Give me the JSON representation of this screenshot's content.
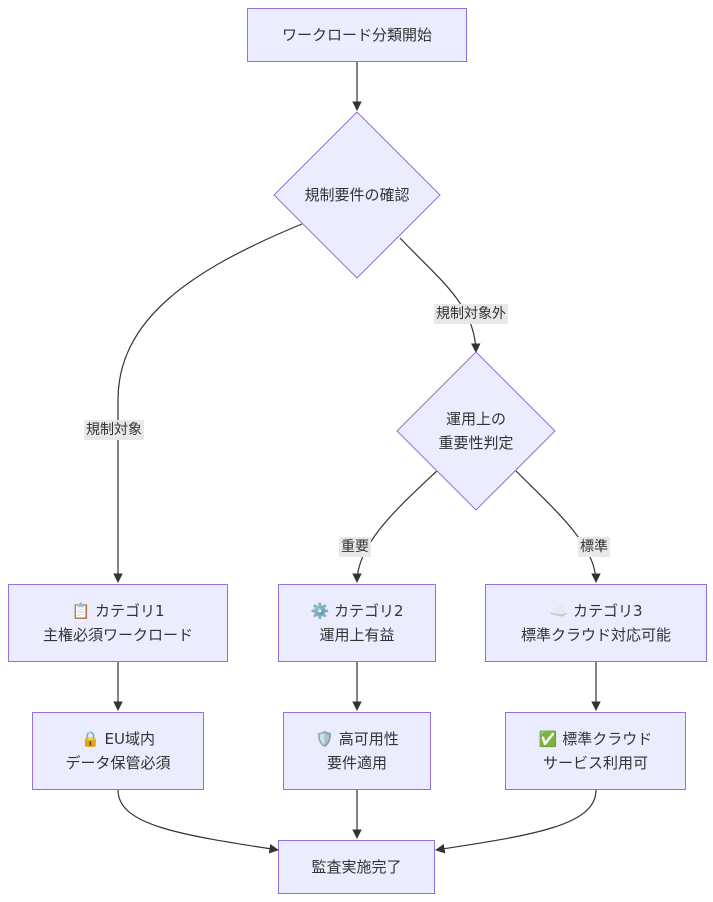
{
  "nodes": {
    "start": {
      "lines": [
        "ワークロード分類開始"
      ]
    },
    "regulation_check": {
      "lines": [
        "規制要件の確認"
      ]
    },
    "importance_check": {
      "lines": [
        "運用上の",
        "重要性判定"
      ]
    },
    "category1": {
      "lines": [
        "📋 カテゴリ1",
        "主権必須ワークロード"
      ]
    },
    "category2": {
      "lines": [
        "⚙️ カテゴリ2",
        "運用上有益"
      ]
    },
    "category3": {
      "lines": [
        "☁️ カテゴリ3",
        "標準クラウド対応可能"
      ]
    },
    "eu_data": {
      "lines": [
        "🔒 EU域内",
        "データ保管必須"
      ]
    },
    "high_availability": {
      "lines": [
        "🛡️ 高可用性",
        "要件適用"
      ]
    },
    "standard_cloud": {
      "lines": [
        "✅ 標準クラウド",
        "サービス利用可"
      ]
    },
    "audit": {
      "lines": [
        "監査実施完了"
      ]
    }
  },
  "edge_labels": {
    "regulated": "規制対象",
    "not_regulated": "規制対象外",
    "important": "重要",
    "standard": "標準"
  },
  "colors": {
    "node_fill": "#ececff",
    "node_border": "#9370db",
    "edge": "#333333",
    "label_bg": "#e8e8e8"
  }
}
